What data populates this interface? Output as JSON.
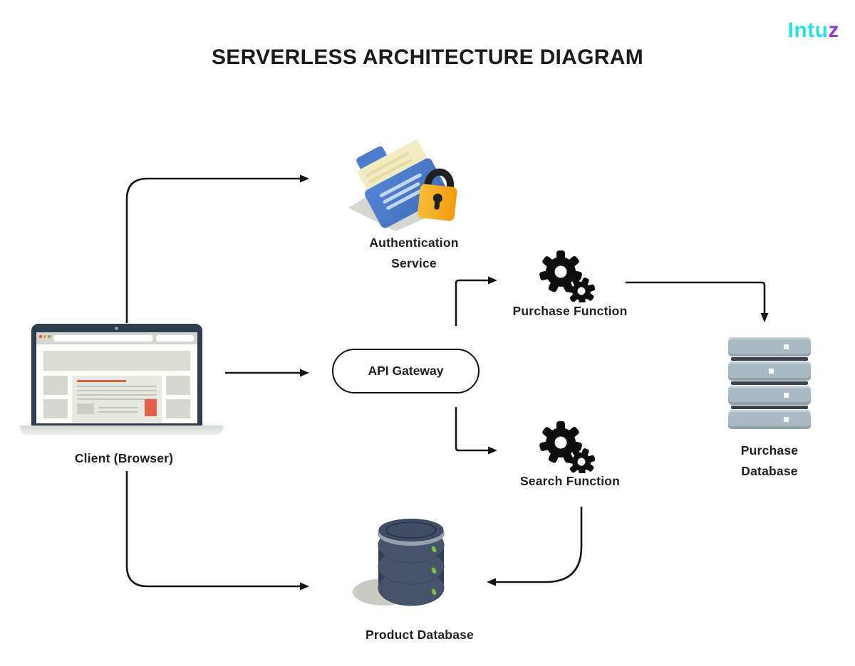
{
  "page": {
    "title": "SERVERLESS ARCHITECTURE DIAGRAM"
  },
  "brand": {
    "full_name": "Intuz",
    "name_prefix": "Intu",
    "name_suffix": "z",
    "cyan": "#2BDFE7",
    "purple": "#8F3BD6"
  },
  "nodes": {
    "client": {
      "label": "Client (Browser)",
      "icon": "laptop-browser-illustration"
    },
    "authentication_service": {
      "line1": "Authentication",
      "line2": "Service",
      "icon": "folder-lock-icon"
    },
    "api_gateway": {
      "label": "API Gateway",
      "shape": "outlined-pill"
    },
    "purchase_function": {
      "label": "Purchase Function",
      "icon": "gears-icon"
    },
    "search_function": {
      "label": "Search Function",
      "icon": "gears-icon"
    },
    "purchase_database": {
      "line1": "Purchase",
      "line2": "Database",
      "icon": "server-stack-icon"
    },
    "product_database": {
      "label": "Product Database",
      "icon": "database-cylinder-icon"
    }
  },
  "edges": [
    {
      "from": "client",
      "to": "authentication_service"
    },
    {
      "from": "client",
      "to": "api_gateway"
    },
    {
      "from": "client",
      "to": "product_database"
    },
    {
      "from": "api_gateway",
      "to": "purchase_function"
    },
    {
      "from": "api_gateway",
      "to": "search_function"
    },
    {
      "from": "purchase_function",
      "to": "purchase_database"
    },
    {
      "from": "search_function",
      "to": "product_database"
    }
  ],
  "colors": {
    "background": "#ffffff",
    "title_text": "#1b1b1b",
    "label_text": "#1f1f1f",
    "arrow": "#141414",
    "gateway_border": "#111111",
    "server_slab": "#a9bac4",
    "server_divider": "#3a434c",
    "cylinder_body": "#46536a",
    "led_green": "#7cc142",
    "folder_blue": "#4d7cc9",
    "paper_cream": "#f2ecc2",
    "lock_orange_light": "#f8bc3b",
    "lock_orange_dark": "#f09c0c",
    "laptop_bezel": "#2e3c50",
    "laptop_accent": "#e2604a"
  }
}
